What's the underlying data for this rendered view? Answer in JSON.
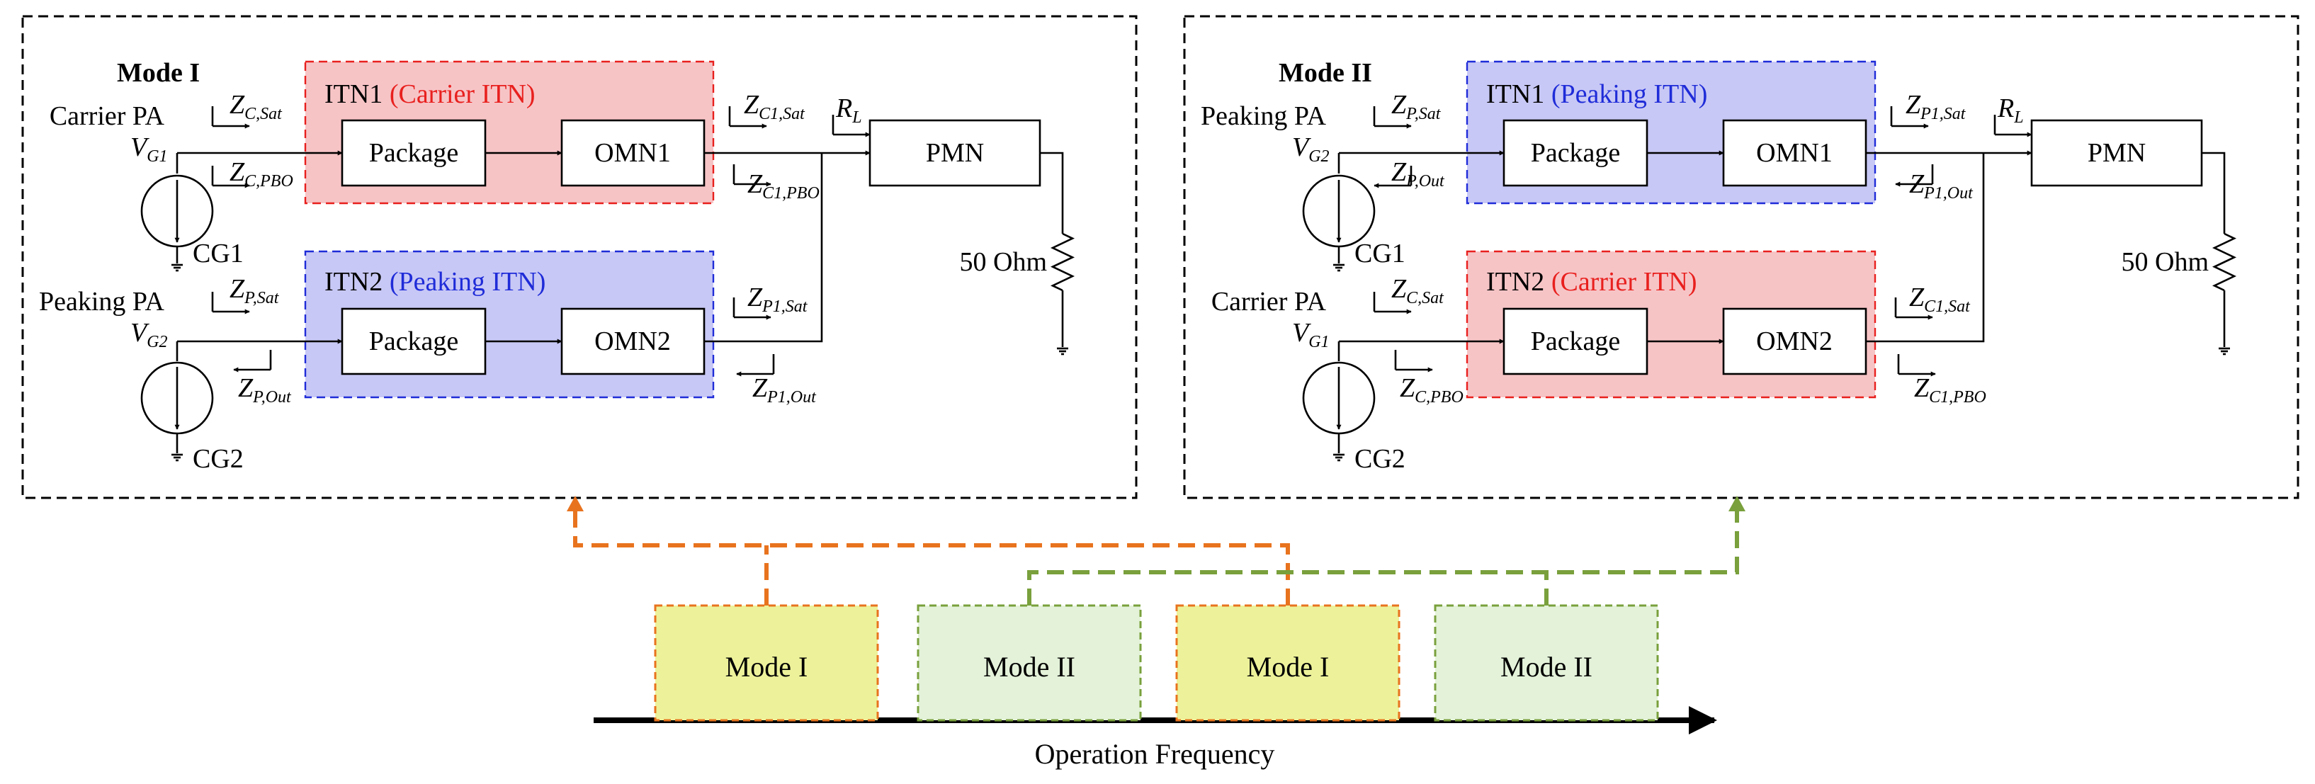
{
  "colors": {
    "carrier": "#e8201e",
    "peaking": "#1f2cd8",
    "carrier_fill": "#f7c4c6",
    "peaking_fill": "#c8c8f6",
    "mode1_arrow": "#e8731e",
    "mode2_arrow": "#79a03c",
    "mode1_box_fill": "#edf29a",
    "mode1_box_border": "#e8731e",
    "mode2_box_fill": "#e3f2d9",
    "mode2_box_border": "#79a03c"
  },
  "panels": [
    {
      "mode_title": "Mode I",
      "top_pa_label": "Carrier PA",
      "top_pa_role": "carrier",
      "top_gate": {
        "main": "V",
        "sub": "G1"
      },
      "top_cg": "CG1",
      "bottom_pa_label": "Peaking PA",
      "bottom_pa_role": "peaking",
      "bottom_gate": {
        "main": "V",
        "sub": "G2"
      },
      "bottom_cg": "CG2",
      "itn_top": {
        "name": "ITN1",
        "desc": "(Carrier ITN)",
        "role": "carrier"
      },
      "itn_bottom": {
        "name": "ITN2",
        "desc": "(Peaking ITN)",
        "role": "peaking"
      },
      "package_label": "Package",
      "omn_top": "OMN1",
      "omn_bottom": "OMN2",
      "pmn": "PMN",
      "load": "50 Ohm",
      "impedances": {
        "top_in_sat": {
          "main": "Z",
          "sub": "C,Sat"
        },
        "top_in_second": {
          "main": "Z",
          "sub": "C,PBO"
        },
        "bottom_in_sat": {
          "main": "Z",
          "sub": "P,Sat"
        },
        "bottom_in_second": {
          "main": "Z",
          "sub": "P,Out"
        },
        "top_out_sat": {
          "main": "Z",
          "sub": "C1,Sat"
        },
        "top_out_second": {
          "main": "Z",
          "sub": "C1,PBO"
        },
        "bottom_out_sat": {
          "main": "Z",
          "sub": "P1,Sat"
        },
        "bottom_out_second": {
          "main": "Z",
          "sub": "P1,Out"
        },
        "rl": {
          "main": "R",
          "sub": "L"
        }
      }
    },
    {
      "mode_title": "Mode II",
      "top_pa_label": "Peaking PA",
      "top_pa_role": "peaking",
      "top_gate": {
        "main": "V",
        "sub": "G2"
      },
      "top_cg": "CG1",
      "bottom_pa_label": "Carrier PA",
      "bottom_pa_role": "carrier",
      "bottom_gate": {
        "main": "V",
        "sub": "G1"
      },
      "bottom_cg": "CG2",
      "itn_top": {
        "name": "ITN1",
        "desc": "(Peaking ITN)",
        "role": "peaking"
      },
      "itn_bottom": {
        "name": "ITN2",
        "desc": "(Carrier ITN)",
        "role": "carrier"
      },
      "package_label": "Package",
      "omn_top": "OMN1",
      "omn_bottom": "OMN2",
      "pmn": "PMN",
      "load": "50 Ohm",
      "impedances": {
        "top_in_sat": {
          "main": "Z",
          "sub": "P,Sat"
        },
        "top_in_second": {
          "main": "Z",
          "sub": "P,Out"
        },
        "bottom_in_sat": {
          "main": "Z",
          "sub": "C,Sat"
        },
        "bottom_in_second": {
          "main": "Z",
          "sub": "C,PBO"
        },
        "top_out_sat": {
          "main": "Z",
          "sub": "P1,Sat"
        },
        "top_out_second": {
          "main": "Z",
          "sub": "P1,Out"
        },
        "bottom_out_sat": {
          "main": "Z",
          "sub": "C1,Sat"
        },
        "bottom_out_second": {
          "main": "Z",
          "sub": "C1,PBO"
        },
        "rl": {
          "main": "R",
          "sub": "L"
        }
      }
    }
  ],
  "timeline": {
    "axis_label": "Operation Frequency",
    "boxes": [
      {
        "label": "Mode I",
        "mode": 1
      },
      {
        "label": "Mode II",
        "mode": 2
      },
      {
        "label": "Mode I",
        "mode": 1
      },
      {
        "label": "Mode II",
        "mode": 2
      }
    ]
  }
}
